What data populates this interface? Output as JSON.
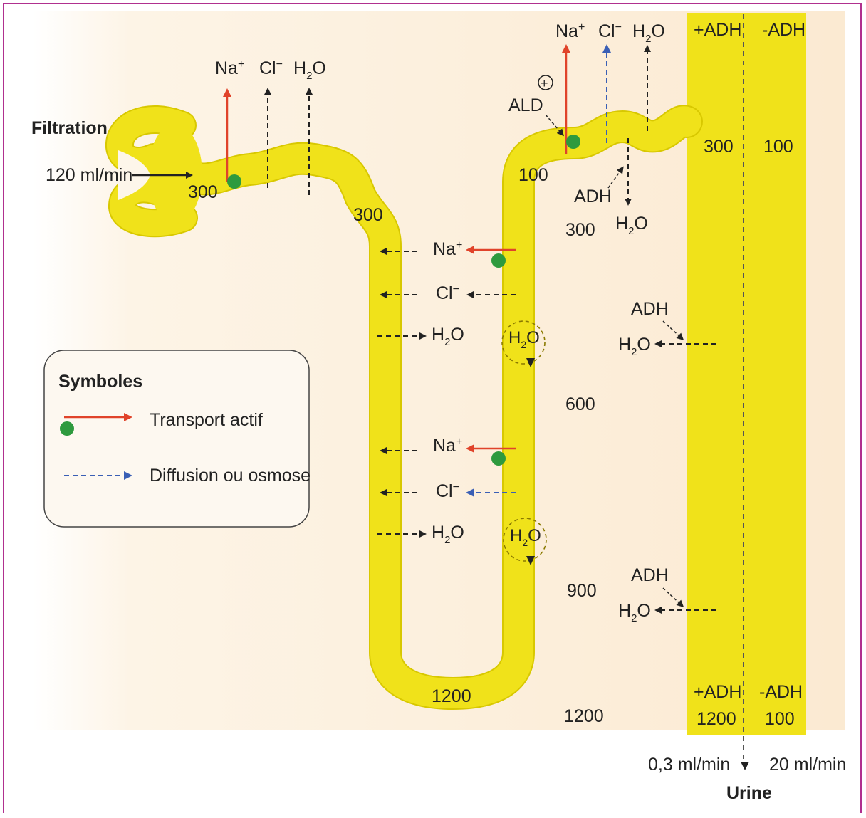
{
  "filtration": {
    "title": "Filtration",
    "rate": "120 ml/min"
  },
  "ions": {
    "na": "Na",
    "cl": "Cl",
    "h2o_h": "H",
    "h2o_o": "O",
    "sub2": "2",
    "plus": "+",
    "minus": "−"
  },
  "proximal": {
    "osm_start": "300",
    "osm_end": "300"
  },
  "loop": {
    "bottom_osm": "1200"
  },
  "distal": {
    "osm": "100",
    "ald": "ALD",
    "ald_effect": "+",
    "adh": "ADH"
  },
  "interstitium": {
    "osm_300": "300",
    "osm_600": "600",
    "osm_900": "900",
    "osm_1200": "1200"
  },
  "collecting_duct": {
    "plus_adh": "+ADH",
    "minus_adh": "-ADH",
    "top_plus": "300",
    "top_minus": "100",
    "bottom_plus_label": "+ADH",
    "bottom_minus_label": "-ADH",
    "bottom_plus": "1200",
    "bottom_minus": "100",
    "adh": "ADH"
  },
  "urine": {
    "label": "Urine",
    "rate_plus": "0,3 ml/min",
    "rate_minus": "20 ml/min"
  },
  "legend": {
    "title": "Symboles",
    "active": "Transport actif",
    "diffusion": "Diffusion ou osmose"
  },
  "colors": {
    "tube": "#f0e21a",
    "tube_edge": "#c9b800",
    "active": "#e0432a",
    "diffusion": "#3a5fb5",
    "pump": "#2e9a3e",
    "frame": "#b0308f",
    "background": "#fdf6ea"
  }
}
